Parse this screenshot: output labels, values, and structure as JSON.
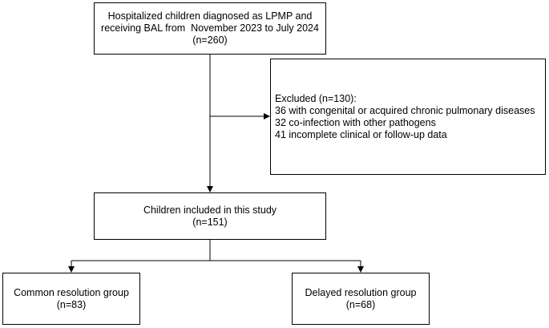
{
  "diagram": {
    "type": "flowchart",
    "line_color": "#000000",
    "box_border_color": "#000000",
    "background": "#ffffff"
  },
  "nodes": {
    "start": {
      "lines": [
        "Hospitalized children diagnosed as LPMP and",
        "receiving BAL from  November 2023 to July 2024",
        "(n=260)"
      ]
    },
    "excluded": {
      "lines": [
        "Excluded (n=130):",
        "36 with congenital or acquired chronic pulmonary diseases",
        "32 co-infection with other pathogens",
        "41 incomplete clinical or follow-up data"
      ]
    },
    "included": {
      "lines": [
        "Children included in this study",
        "(n=151)"
      ]
    },
    "common": {
      "lines": [
        "Common resolution group",
        "(n=83)"
      ]
    },
    "delayed": {
      "lines": [
        "Delayed resolution group",
        "(n=68)"
      ]
    }
  },
  "edges": [
    {
      "from": "start",
      "to": "included",
      "arrow": true
    },
    {
      "from": "start",
      "to": "excluded",
      "arrow": true
    },
    {
      "from": "included",
      "to": "common",
      "arrow": true
    },
    {
      "from": "included",
      "to": "delayed",
      "arrow": true
    }
  ]
}
